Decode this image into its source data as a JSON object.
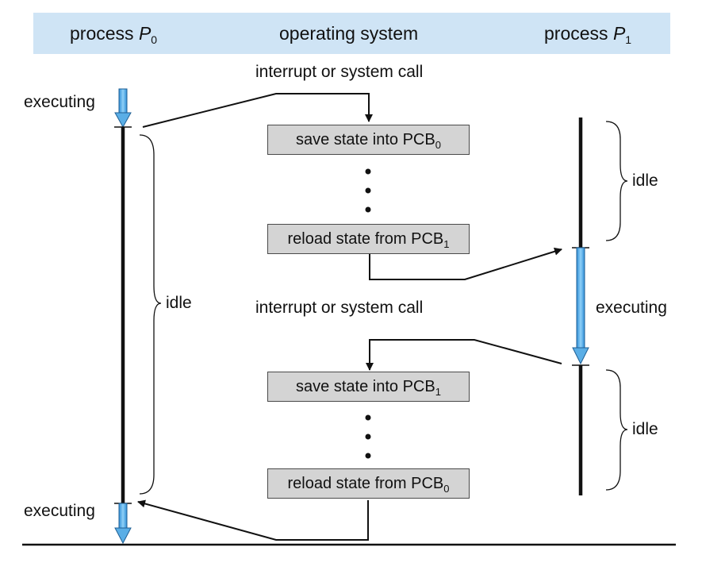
{
  "header": {
    "p0_word": "process",
    "p0_letter": "P",
    "p0_sub": "0",
    "os": "operating system",
    "p1_word": "process",
    "p1_letter": "P",
    "p1_sub": "1"
  },
  "labels": {
    "interrupt_top": "interrupt or system call",
    "interrupt_mid": "interrupt or system call",
    "p0_executing_top": "executing",
    "p0_executing_bottom": "executing",
    "p0_idle": "idle",
    "p1_idle_top": "idle",
    "p1_executing": "executing",
    "p1_idle_bottom": "idle"
  },
  "boxes": [
    {
      "text": "save state into PCB",
      "sub": "0"
    },
    {
      "text": "reload state from PCB",
      "sub": "1"
    },
    {
      "text": "save state into PCB",
      "sub": "1"
    },
    {
      "text": "reload state from PCB",
      "sub": "0"
    }
  ],
  "colors": {
    "header_bg": "#cfe4f5",
    "box_bg": "#d4d4d4",
    "executing_arrow": "#5aaee6",
    "line": "#111111"
  }
}
